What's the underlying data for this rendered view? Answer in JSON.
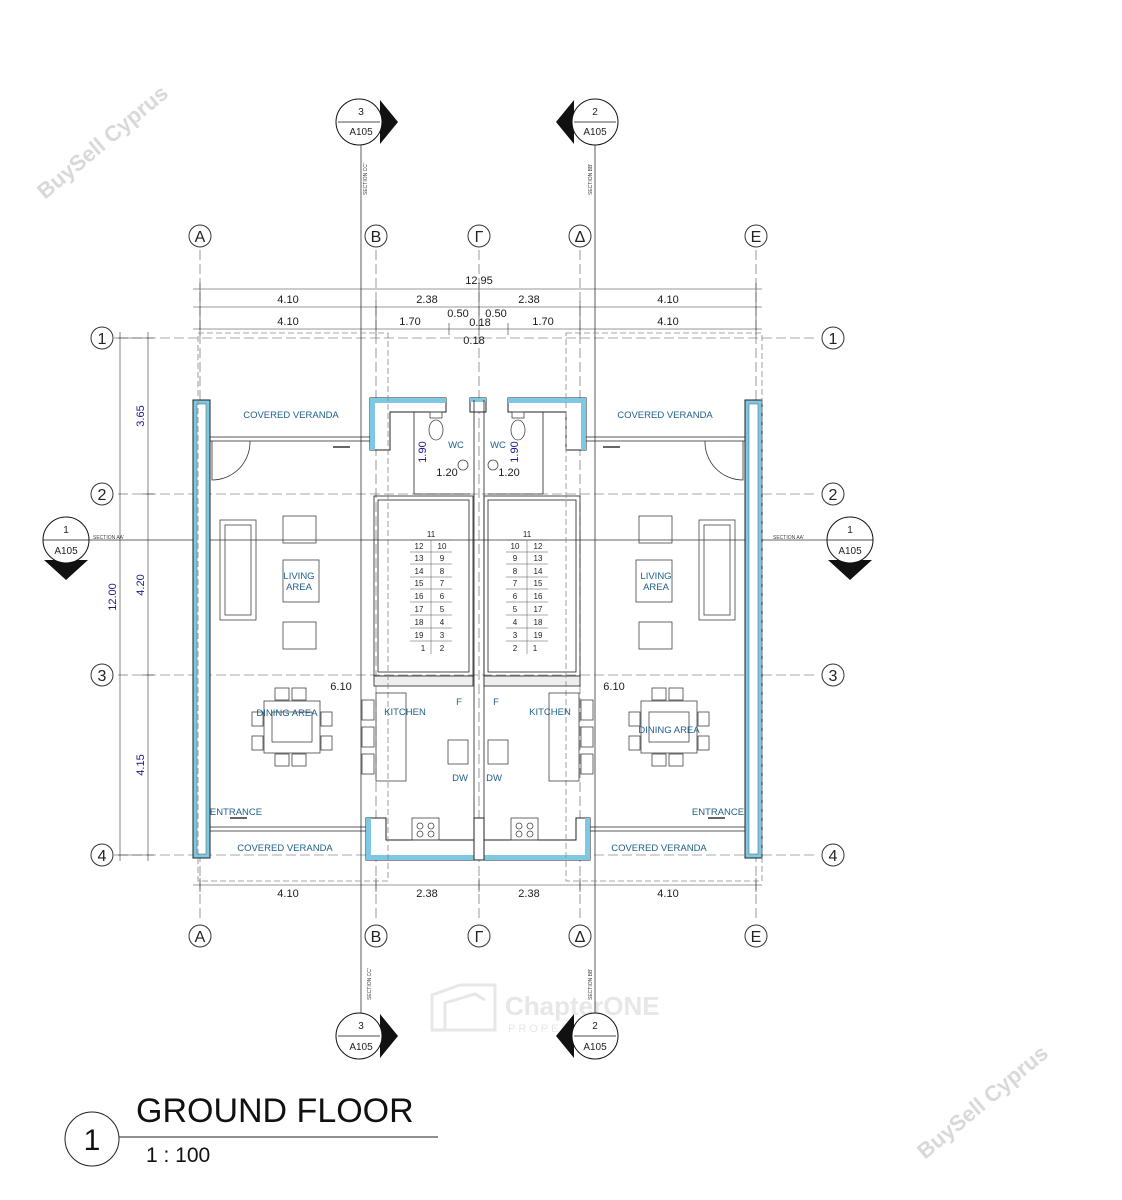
{
  "title": {
    "number": "1",
    "name": "GROUND FLOOR",
    "scale": "1 : 100"
  },
  "watermarks": [
    "BuySell Cyprus",
    "BuySell Cyprus"
  ],
  "logo": {
    "main": "ChapterONE",
    "sub": "PROPERTIES"
  },
  "grid": {
    "columns": [
      "Α",
      "Β",
      "Γ",
      "Δ",
      "Ε"
    ],
    "rows": [
      "1",
      "2",
      "3",
      "4"
    ]
  },
  "section_markers": [
    {
      "id": "3",
      "sheet": "A105",
      "label": "SECTION CC'"
    },
    {
      "id": "2",
      "sheet": "A105",
      "label": "SECTION BB'"
    },
    {
      "id": "1",
      "sheet": "A105",
      "label": "SECTION AA'"
    }
  ],
  "dimensions": {
    "overall": "12.95",
    "top_row1": [
      "4.10",
      "2.38",
      "2.38",
      "4.10"
    ],
    "top_row2": [
      "4.10",
      "1.70",
      "1.70",
      "4.10"
    ],
    "mid": [
      "0.50",
      "0.18",
      "0.50",
      "0.18"
    ],
    "bottom": [
      "4.10",
      "2.38",
      "2.38",
      "4.10"
    ],
    "left_overall": "12.00",
    "left": [
      "3.65",
      "4.20",
      "4.15"
    ],
    "wc_w": "1.20",
    "wc_h": "1.90",
    "room_width": "6.10"
  },
  "rooms": {
    "covered_veranda": "COVERED VERANDA",
    "wc": "WC",
    "living_area": [
      "LIVING",
      "AREA"
    ],
    "dining_area": "DINING AREA",
    "kitchen": "KITCHEN",
    "entrance": "ENTRANCE",
    "fridge": "F",
    "dishwasher": "DW"
  },
  "stairs": {
    "left_col_left": [
      "12",
      "13",
      "14",
      "15",
      "16",
      "17",
      "18",
      "19",
      "1"
    ],
    "left_col_right": [
      "10",
      "9",
      "8",
      "7",
      "6",
      "5",
      "4",
      "3",
      "2"
    ],
    "right_col_left": [
      "10",
      "9",
      "8",
      "7",
      "6",
      "5",
      "4",
      "3",
      "2"
    ],
    "right_col_right": [
      "12",
      "13",
      "14",
      "15",
      "16",
      "17",
      "18",
      "19",
      "1"
    ],
    "top": "11"
  },
  "colors": {
    "wall_insulation": "#7ec8e3",
    "grid_line": "#555555",
    "text_blue": "#1f5f8a"
  }
}
